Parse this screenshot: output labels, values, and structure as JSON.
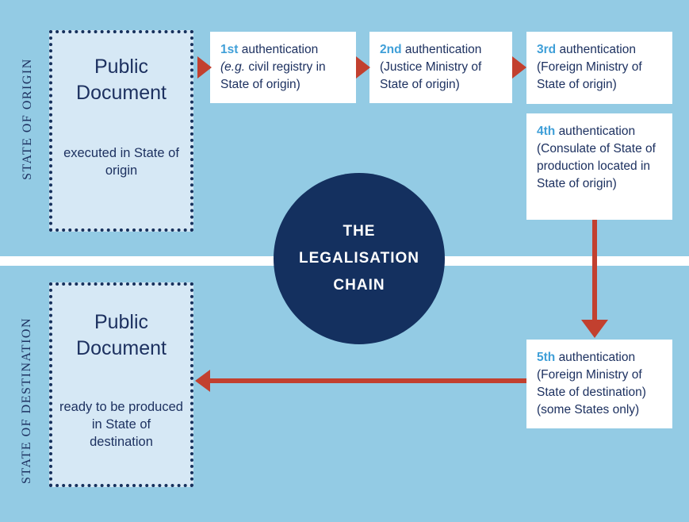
{
  "palette": {
    "background": "#93cbe4",
    "panel_fill": "#d6e8f5",
    "navy": "#14305f",
    "text_navy": "#1d3160",
    "red": "#c2402f",
    "ordinal_blue": "#3f9fd8",
    "divider_white": "#ffffff"
  },
  "side_labels": {
    "origin": "STATE OF ORIGIN",
    "destination": "STATE OF DESTINATION"
  },
  "center_circle": {
    "line1": "THE",
    "line2": "LEGALISATION",
    "line3": "CHAIN"
  },
  "origin_document": {
    "title": "Public Document",
    "subtitle": "executed in State of origin"
  },
  "destination_document": {
    "title": "Public Document",
    "subtitle": "ready to be produced in State of destination"
  },
  "steps": [
    {
      "ordinal": "1st",
      "label": "authentication",
      "detail_italic": "(e.g.",
      "detail": " civil registry in State of origin)"
    },
    {
      "ordinal": "2nd",
      "label": "authentication",
      "detail": "(Justice Ministry of State of origin)"
    },
    {
      "ordinal": "3rd",
      "label": "authentication",
      "detail": "(Foreign Ministry of State of origin)"
    },
    {
      "ordinal": "4th",
      "label": "authentication",
      "detail": "(Consulate of State of production located in State of origin)"
    },
    {
      "ordinal": "5th",
      "label": "authentication",
      "detail": "(Foreign Ministry of State of destination) (some States only)"
    }
  ]
}
